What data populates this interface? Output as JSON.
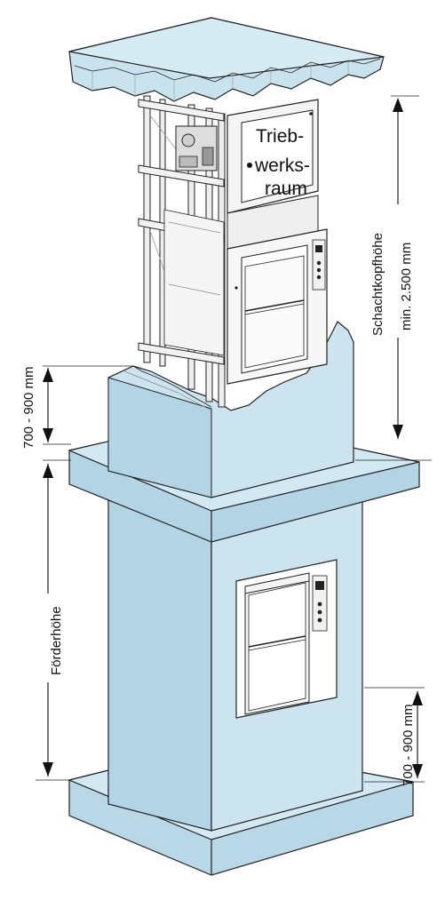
{
  "sign": {
    "line1": "Trieb-",
    "line2": "werks-",
    "line3": "raum"
  },
  "dimensions": {
    "head_height_label": "Schachtkopfhöhe",
    "head_height_value": "min. 2.500 mm",
    "upper_sill_height": "700 - 900 mm",
    "travel_height": "Förderhöhe",
    "lower_sill_height": "700 - 900 mm"
  },
  "colors": {
    "wall": "#c9e3ee",
    "wall_shade": "#b2d4e4",
    "frame": "#e8e8e8",
    "line": "#222222"
  }
}
